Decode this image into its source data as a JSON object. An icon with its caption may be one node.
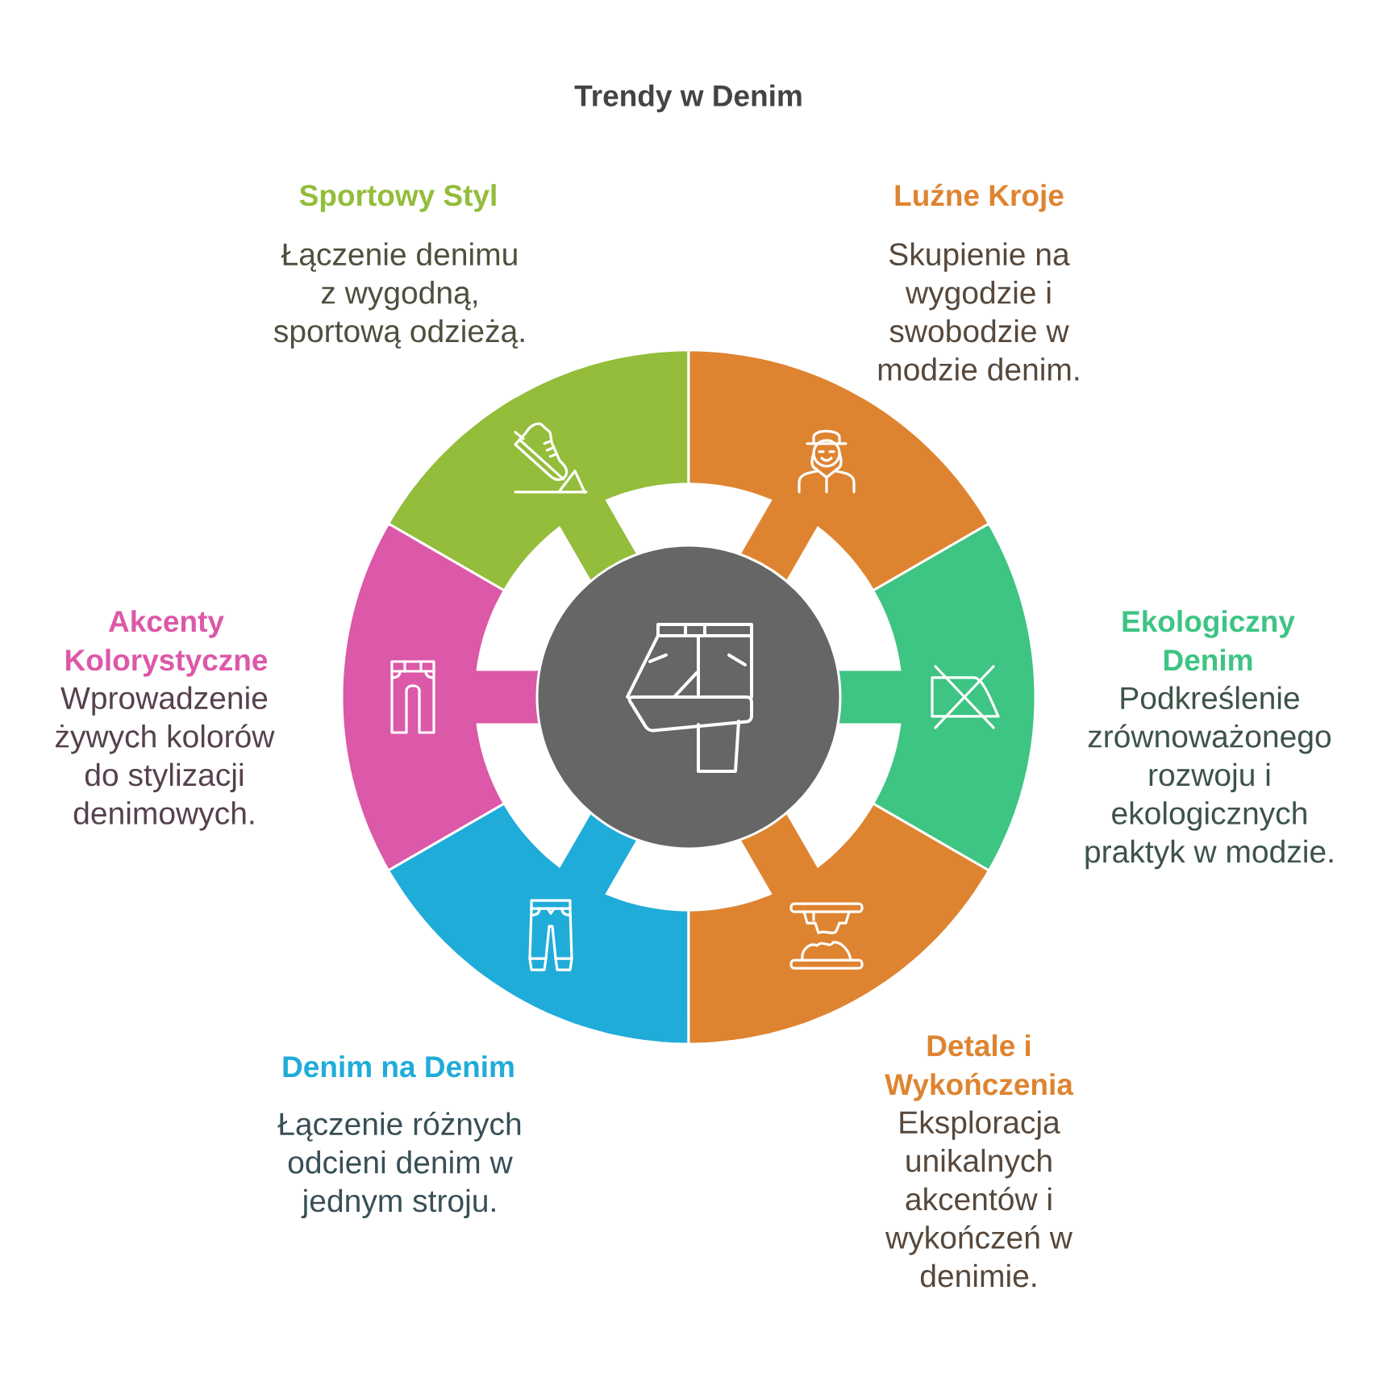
{
  "diagram": {
    "title": "Trendy w Denim",
    "nodes": [
      {
        "text": [
          "Sportowy Styl",
          "Łączenie denimu z wygodną, sportową odzieżą."
        ]
      },
      {
        "text": [
          "Luźne Kroje",
          "Skupienie na wygodzie i swobodzie w modzie denim."
        ]
      },
      {
        "text": [
          "Akcenty Kolorystyczne",
          "Wprowadzenie żywych kolorów do stylizacji denimowych."
        ]
      },
      {
        "text": [
          "Ekologiczny Denim",
          "Podkreślenie zrównoważonego rozwoju i ekologicznych praktyk w modzie."
        ]
      },
      {
        "text": [
          "Denim na Denim",
          "Łączenie różnych odcieni denim w jednym stroju."
        ]
      },
      {
        "text": [
          "Detale i Wykończenia",
          "Eksploracja unikalnych akcentów i wykończeń w denimie."
        ]
      },
      {
        "text": [],
        "shape": "circle"
      }
    ]
  }
}
